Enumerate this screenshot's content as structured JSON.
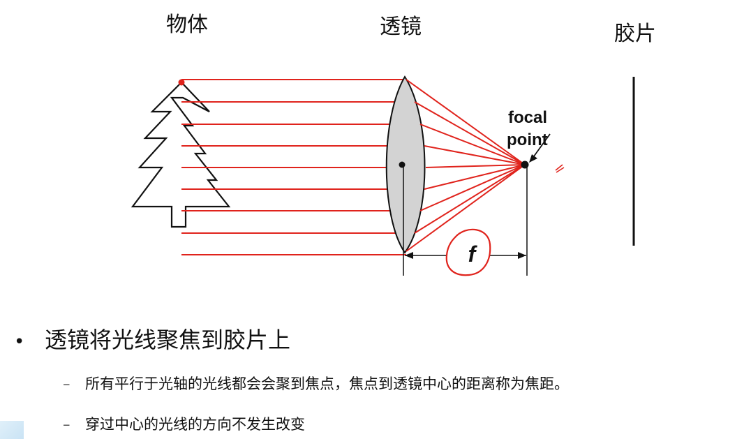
{
  "labels": {
    "object": "物体",
    "lens": "透镜",
    "film": "胶片",
    "focal_point_line1": "focal",
    "focal_point_line2": "point",
    "focal_length": "f"
  },
  "bullets": {
    "main": "透镜将光线聚焦到胶片上",
    "main_marker": "•",
    "sub_marker": "–",
    "sub_items": [
      "所有平行于光轴的光线都会会聚到焦点，焦点到透镜中心的距离称为焦距。",
      "穿过中心的光线的方向不发生改变"
    ]
  },
  "colors": {
    "ray": "#e0231c",
    "lens_fill": "#d3d3d3",
    "outline": "#111111",
    "annotation": "#e0231c"
  }
}
